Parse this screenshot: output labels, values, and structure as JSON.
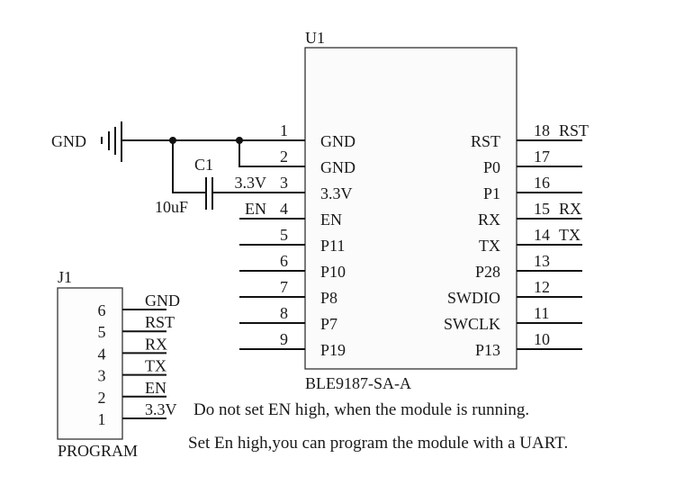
{
  "u1": {
    "ref": "U1",
    "part": "BLE9187-SA-A",
    "left_pins": [
      {
        "num": "1",
        "name": "GND",
        "net": ""
      },
      {
        "num": "2",
        "name": "GND",
        "net": ""
      },
      {
        "num": "3",
        "name": "3.3V",
        "net": "3.3V"
      },
      {
        "num": "4",
        "name": "EN",
        "net": "EN"
      },
      {
        "num": "5",
        "name": "P11",
        "net": ""
      },
      {
        "num": "6",
        "name": "P10",
        "net": ""
      },
      {
        "num": "7",
        "name": "P8",
        "net": ""
      },
      {
        "num": "8",
        "name": "P7",
        "net": ""
      },
      {
        "num": "9",
        "name": "P19",
        "net": ""
      }
    ],
    "right_pins": [
      {
        "num": "18",
        "name": "RST",
        "net": "RST"
      },
      {
        "num": "17",
        "name": "P0",
        "net": ""
      },
      {
        "num": "16",
        "name": "P1",
        "net": ""
      },
      {
        "num": "15",
        "name": "RX",
        "net": "RX"
      },
      {
        "num": "14",
        "name": "TX",
        "net": "TX"
      },
      {
        "num": "13",
        "name": "P28",
        "net": ""
      },
      {
        "num": "12",
        "name": "SWDIO",
        "net": ""
      },
      {
        "num": "11",
        "name": "SWCLK",
        "net": ""
      },
      {
        "num": "10",
        "name": "P13",
        "net": ""
      }
    ]
  },
  "gnd_symbol": {
    "label": "GND"
  },
  "c1": {
    "ref": "C1",
    "value": "10uF"
  },
  "j1": {
    "ref": "J1",
    "name": "PROGRAM",
    "pins": [
      {
        "num": "6",
        "net": "GND"
      },
      {
        "num": "5",
        "net": "RST"
      },
      {
        "num": "4",
        "net": "RX"
      },
      {
        "num": "3",
        "net": "TX"
      },
      {
        "num": "2",
        "net": "EN"
      },
      {
        "num": "1",
        "net": "3.3V"
      }
    ]
  },
  "notes": [
    "Do not set EN high, when the module is running.",
    "Set En high,you can  program the module  with a UART."
  ]
}
